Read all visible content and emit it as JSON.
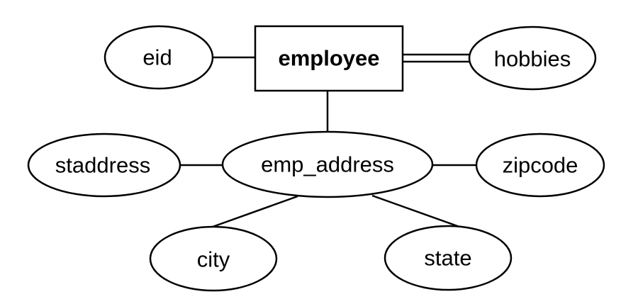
{
  "diagram": {
    "entity": {
      "label": "employee"
    },
    "attributes": {
      "eid": "eid",
      "hobbies": "hobbies",
      "emp_address": "emp_address",
      "staddress": "staddress",
      "zipcode": "zipcode",
      "city": "city",
      "state": "state"
    },
    "relationships": [
      {
        "from": "employee",
        "to": "eid",
        "style": "single"
      },
      {
        "from": "employee",
        "to": "hobbies",
        "style": "double"
      },
      {
        "from": "employee",
        "to": "emp_address",
        "style": "single"
      },
      {
        "from": "emp_address",
        "to": "staddress",
        "style": "single"
      },
      {
        "from": "emp_address",
        "to": "zipcode",
        "style": "single"
      },
      {
        "from": "emp_address",
        "to": "city",
        "style": "single"
      },
      {
        "from": "emp_address",
        "to": "state",
        "style": "single"
      }
    ]
  }
}
